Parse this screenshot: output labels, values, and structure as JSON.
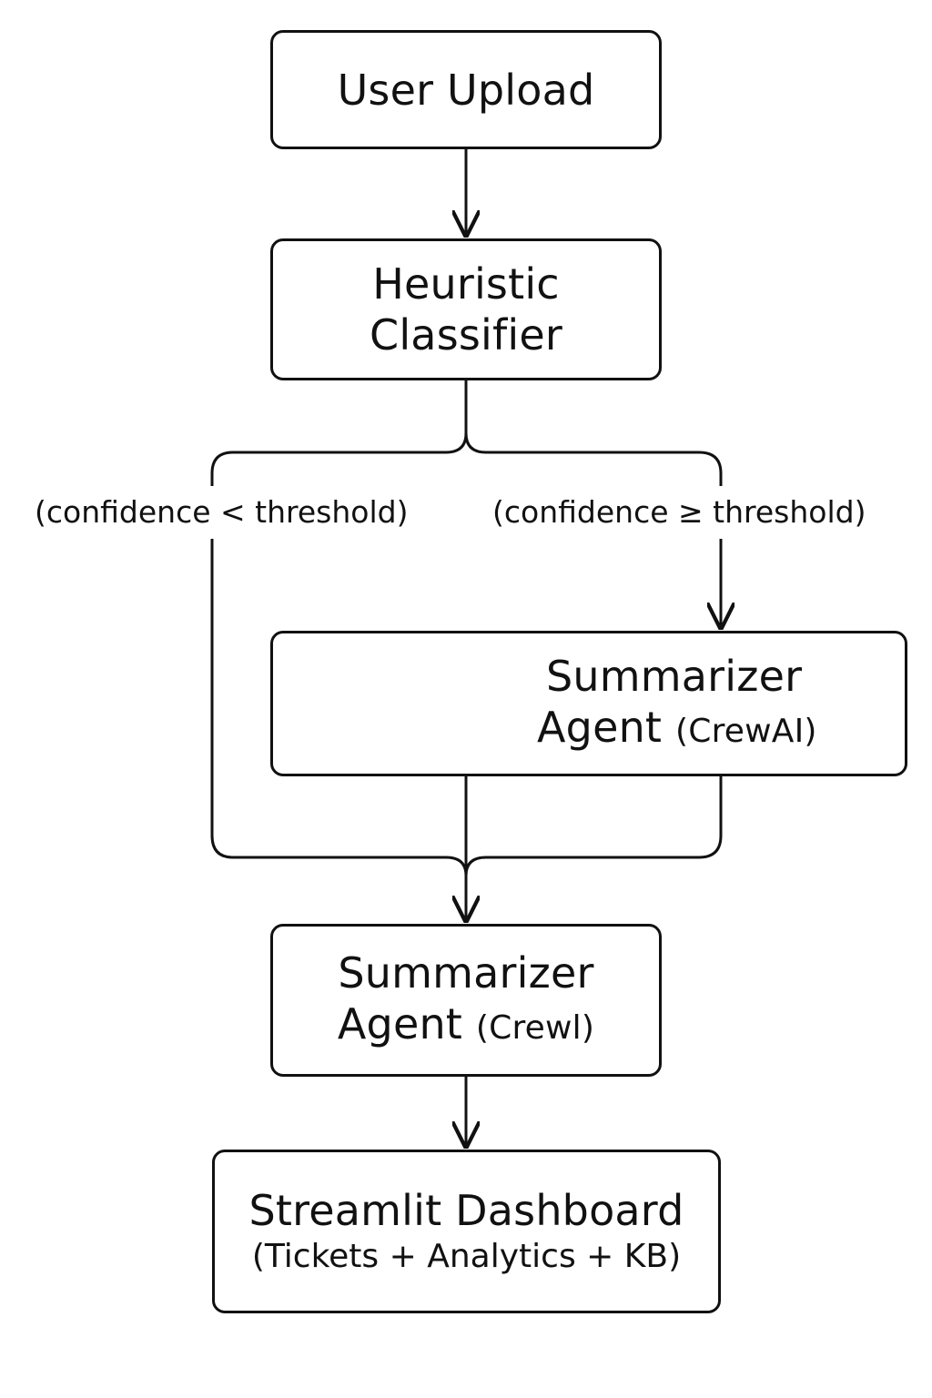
{
  "nodes": {
    "user_upload": {
      "title": "User Upload"
    },
    "heuristic_classifier": {
      "line1": "Heuristic",
      "line2": "Classifier"
    },
    "summarizer_top": {
      "line1": "Summarizer",
      "line2_main": "Agent",
      "line2_sub": "(CrewAI)"
    },
    "summarizer_bottom": {
      "line1": "Summarizer",
      "line2_main": "Agent",
      "line2_sub": "(Crewl)"
    },
    "dashboard": {
      "title": "Streamlit Dashboard",
      "subtitle": "(Tickets + Analytics + KB)"
    }
  },
  "conditions": {
    "left": "(confidence < threshold)",
    "right": "(confidence ≥ threshold)"
  },
  "colors": {
    "stroke": "#111111",
    "background": "#ffffff"
  }
}
